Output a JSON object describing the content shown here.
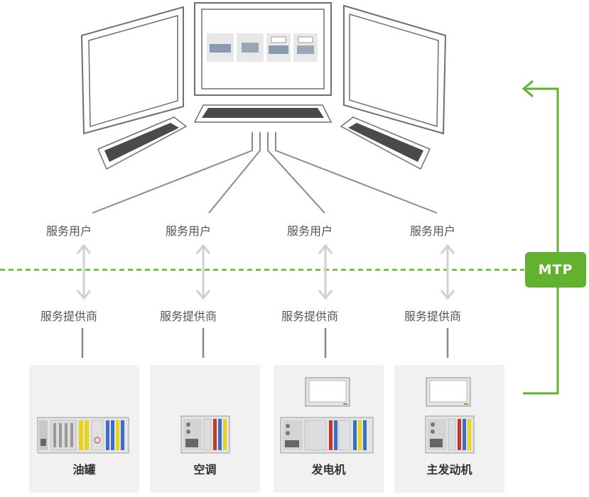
{
  "colors": {
    "accent_green": "#62b22f",
    "line_gray": "#8a8a8a",
    "arrow_gray": "#d0d0d0",
    "card_bg": "#f1f1f1"
  },
  "service_user_labels": [
    "服务用户",
    "服务用户",
    "服务用户",
    "服务用户"
  ],
  "service_provider_labels": [
    "服务提供商",
    "服务提供商",
    "服务提供商",
    "服务提供商"
  ],
  "devices": [
    {
      "name": "油罐",
      "has_panel": false,
      "icon": "plc-module-large-icon"
    },
    {
      "name": "空调",
      "has_panel": false,
      "icon": "plc-module-small-icon"
    },
    {
      "name": "发电机",
      "has_panel": true,
      "icon": "plc-module-with-panel-icon"
    },
    {
      "name": "主发动机",
      "has_panel": true,
      "icon": "plc-module-with-panel-icon"
    }
  ],
  "mtp": {
    "label": "MTP"
  },
  "icons": [
    "monitor-icon",
    "keyboard-icon",
    "bidirectional-arrow-icon",
    "plc-module-icon",
    "touch-panel-icon"
  ]
}
